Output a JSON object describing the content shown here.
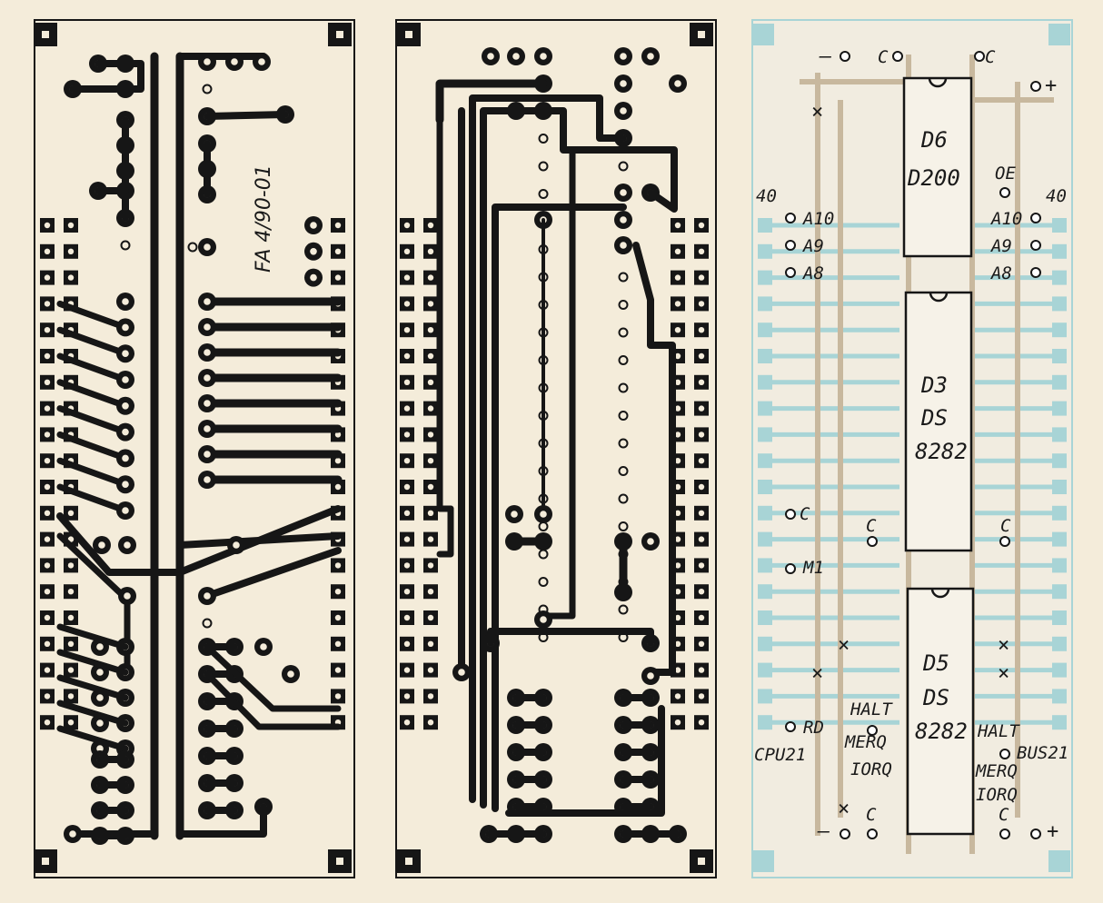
{
  "boards": {
    "left": {
      "marking": "FA 4/90-01"
    },
    "right": {
      "supply": {
        "minus": "–",
        "plus": "+"
      },
      "capacitor": "C",
      "pin_count_left": "40",
      "pin_count_right": "40",
      "address_left": [
        "A10",
        "A9",
        "A8"
      ],
      "address_right": [
        "A10",
        "A9",
        "A8"
      ],
      "oe": "OE",
      "m1": "M1",
      "rd": "RD",
      "cpu": "CPU21",
      "bus": "BUS21",
      "signals_left": [
        "HALT",
        "MERQ",
        "IORQ"
      ],
      "signals_right": [
        "HALT",
        "MERQ",
        "IORQ"
      ],
      "chips": [
        {
          "ref": "D6",
          "type": "D200"
        },
        {
          "ref": "D3",
          "type": "DS",
          "type2": "8282"
        },
        {
          "ref": "D5",
          "type": "DS",
          "type2": "8282"
        }
      ],
      "no_connect": "×"
    }
  }
}
